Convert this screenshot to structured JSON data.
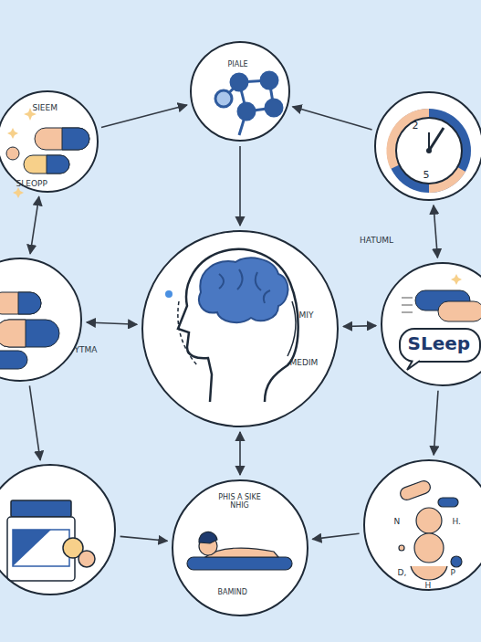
{
  "diagram": {
    "nodes": [
      {
        "text": [
          "SIEEM",
          "SLEOPP"
        ]
      },
      {
        "text": [
          "PIALE"
        ]
      },
      {
        "text": [
          "2",
          "5"
        ]
      },
      {
        "text": [
          "YTMA"
        ]
      },
      {
        "text": [
          "MIY",
          "MEDIM"
        ]
      },
      {
        "text": [
          "SLeep"
        ]
      },
      {
        "text": []
      },
      {
        "text": [
          "PHIS A SIKE NHIG",
          "BAMIND"
        ]
      },
      {
        "text": [
          "N",
          "H.",
          "D,",
          "H",
          "P"
        ]
      }
    ],
    "edges": [
      {
        "from": 0,
        "to": 1,
        "arrow": "to"
      },
      {
        "from": 2,
        "to": 1,
        "arrow": "to"
      },
      {
        "from": 1,
        "to": 4,
        "arrow": "to"
      },
      {
        "from": 0,
        "to": 3,
        "arrow": "both"
      },
      {
        "from": 3,
        "to": 4,
        "arrow": "both"
      },
      {
        "from": 4,
        "to": 5,
        "arrow": "both"
      },
      {
        "from": 2,
        "to": 5,
        "arrow": "both"
      },
      {
        "from": 3,
        "to": 6,
        "arrow": "to"
      },
      {
        "from": 6,
        "to": 7,
        "arrow": "to"
      },
      {
        "from": 4,
        "to": 7,
        "arrow": "both"
      },
      {
        "from": 8,
        "to": 7,
        "arrow": "to"
      },
      {
        "from": 5,
        "to": 8,
        "arrow": "to"
      }
    ],
    "labels": [
      "HATUML"
    ]
  }
}
